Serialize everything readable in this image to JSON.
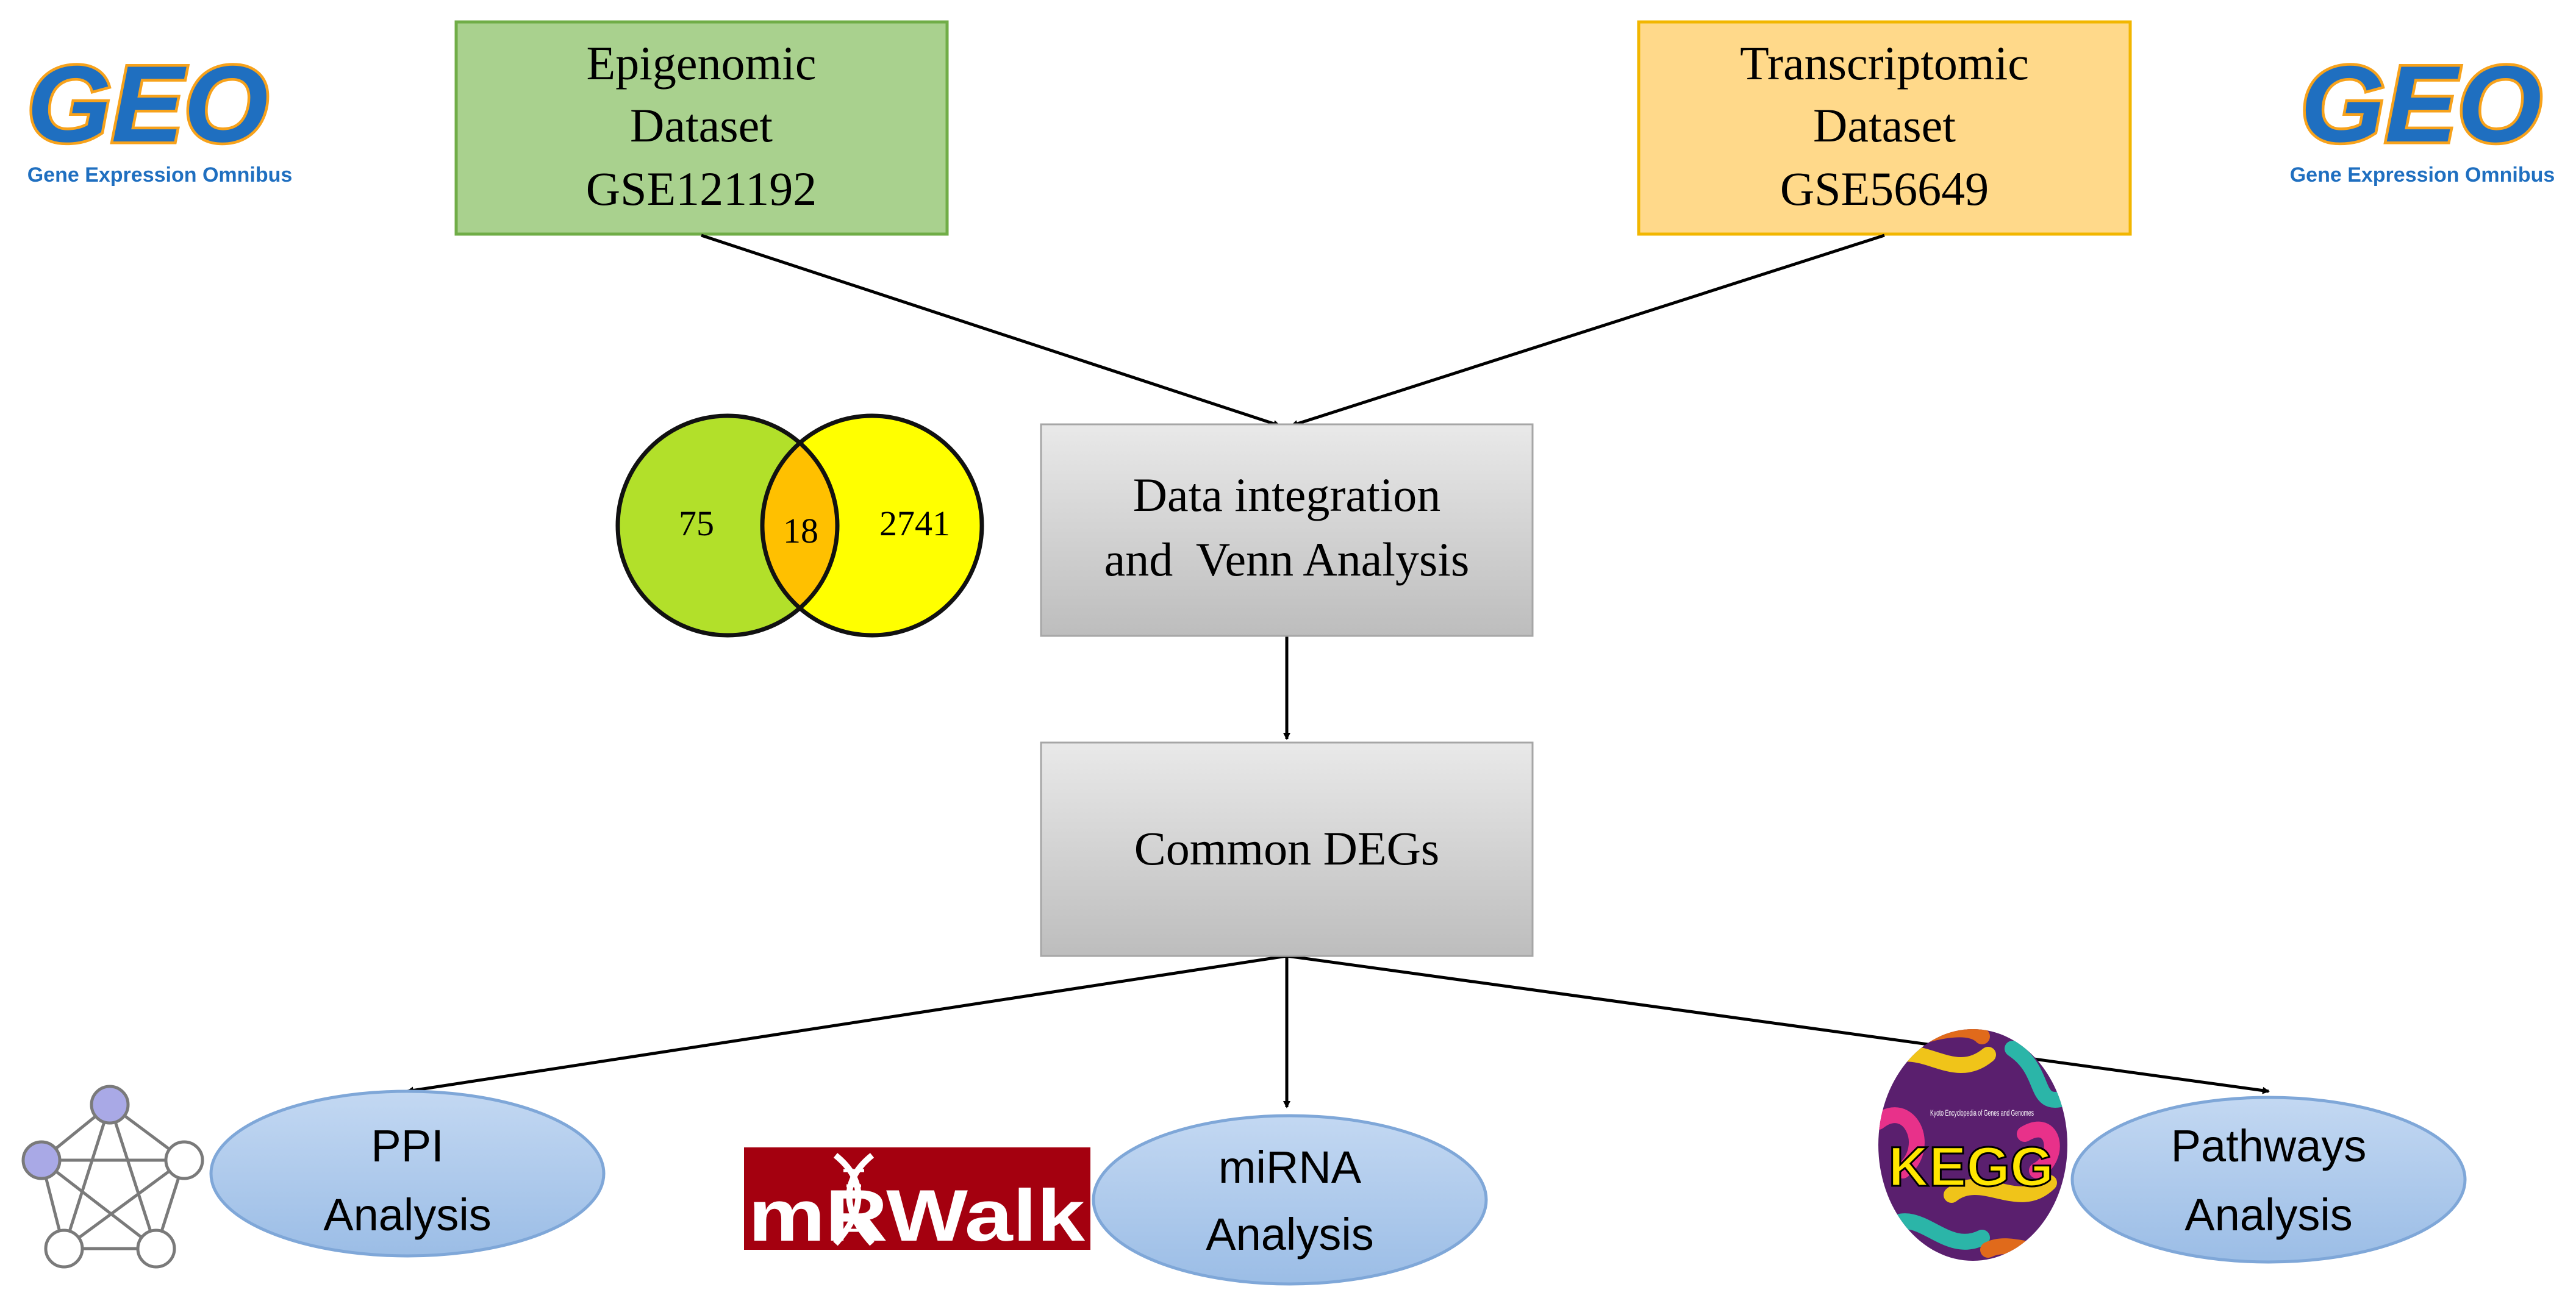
{
  "logos": {
    "geo_mark": "GEO",
    "geo_caption": "Gene Expression Omnibus",
    "mirwalk_text": "mRWalk",
    "kegg_mark": "KEGG",
    "kegg_small_text": "Kyoto Encyclopedia of Genes and Genomes"
  },
  "boxes": {
    "epigenomic": {
      "line1": "Epigenomic",
      "line2": "Dataset",
      "line3": "GSE121192",
      "fill": "#a9d18e",
      "border": "#70ad47"
    },
    "transcriptomic": {
      "line1": "Transcriptomic",
      "line2": "Dataset",
      "line3": "GSE56649",
      "fill": "#ffd98a",
      "border": "#f2b600"
    },
    "integration": {
      "line1": "Data integration",
      "line2": "and  Venn Analysis"
    },
    "common": {
      "label": "Common DEGs"
    }
  },
  "venn": {
    "left_only": "75",
    "overlap": "18",
    "right_only": "2741",
    "left_color": "#b2e02a",
    "right_color": "#ffff00",
    "overlap_color": "#ffc000"
  },
  "outputs": {
    "ppi": {
      "line1": "PPI",
      "line2": "Analysis"
    },
    "mirna": {
      "line1": "miRNA",
      "line2": "Analysis"
    },
    "pathways": {
      "line1": "Pathways",
      "line2": "Analysis"
    }
  },
  "colors": {
    "geo_blue": "#1f6fc0",
    "geo_orange": "#f7a21b",
    "ellipse_fill": "#a9c6ea",
    "ellipse_border": "#7fa7d8",
    "mirwalk_bg": "#a4000f"
  }
}
